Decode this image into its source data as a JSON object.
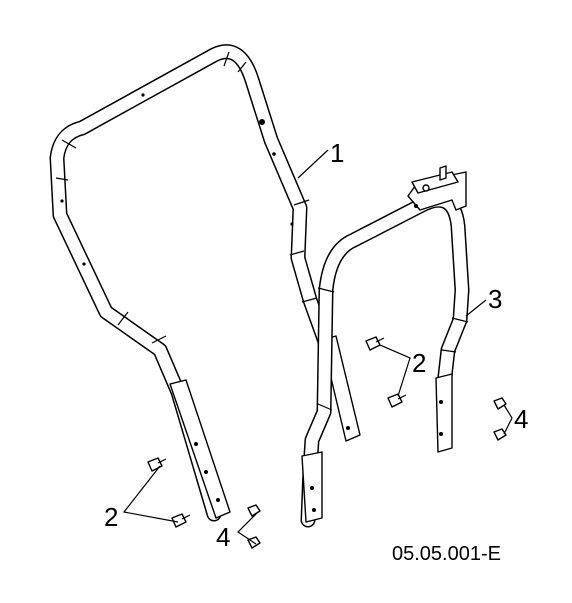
{
  "callouts": {
    "upper_handle": "1",
    "bolts_center": "2",
    "lower_handle": "3",
    "nuts_right": "4",
    "bolts_left": "2",
    "nuts_left": "4"
  },
  "document_id": "05.05.001-E",
  "colors": {
    "line": "#000000",
    "background": "#ffffff"
  }
}
